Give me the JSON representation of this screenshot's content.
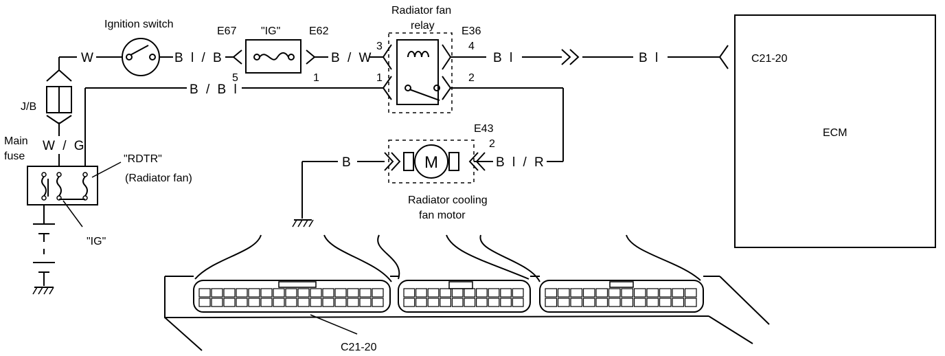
{
  "labels": {
    "ignition_switch": "Ignition switch",
    "e67": "E67",
    "ig_fuse": "\"IG\"",
    "e62": "E62",
    "relay_line1": "Radiator fan",
    "relay_line2": "relay",
    "e36": "E36",
    "pin3": "3",
    "pin4": "4",
    "pin5": "5",
    "pin1a": "1",
    "pin1b": "1",
    "pin2a": "2",
    "pin2b": "2",
    "jb": "J/B",
    "main_fuse_line1": "Main",
    "main_fuse_line2": "fuse",
    "rdtr_line1": "\"RDTR\"",
    "rdtr_line2": "(Radiator fan)",
    "ig_main": "\"IG\"",
    "e43": "E43",
    "motor_symbol": "M",
    "motor_line1": "Radiator cooling",
    "motor_line2": "fan motor",
    "ecm": "ECM",
    "c21_ecm": "C21-20",
    "c21_connector": "C21-20"
  },
  "wires": {
    "w": "W",
    "bl_b": "B l / B",
    "b_w": "B / W",
    "bl_a": "B l",
    "bl_b2": "B l",
    "b_bl": "B / B l",
    "w_g": "W / G",
    "b": "B",
    "bl_r": "B l / R"
  }
}
